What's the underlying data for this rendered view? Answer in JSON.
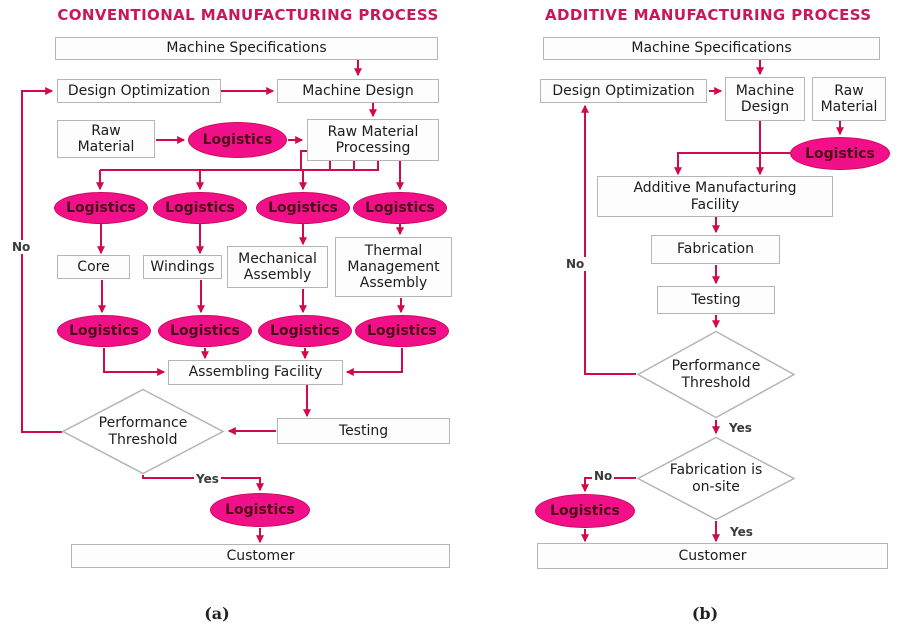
{
  "figure": {
    "panel_a": {
      "title": "CONVENTIONAL MANUFACTURING PROCESS",
      "caption": "(a)",
      "nodes": {
        "machine_specifications": "Machine Specifications",
        "design_optimization": "Design Optimization",
        "machine_design": "Machine Design",
        "raw_material": "Raw Material",
        "logistics": "Logistics",
        "raw_material_processing": "Raw Material Processing",
        "core": "Core",
        "windings": "Windings",
        "mechanical_assembly": "Mechanical Assembly",
        "thermal_management_assembly": "Thermal Management Assembly",
        "assembling_facility": "Assembling Facility",
        "testing": "Testing",
        "performance_threshold": "Performance Threshold",
        "customer": "Customer"
      },
      "edge_labels": {
        "no": "No",
        "yes": "Yes"
      }
    },
    "panel_b": {
      "title": "ADDITIVE MANUFACTURING PROCESS",
      "caption": "(b)",
      "nodes": {
        "machine_specifications": "Machine Specifications",
        "design_optimization": "Design Optimization",
        "machine_design": "Machine Design",
        "raw_material": "Raw Material",
        "logistics": "Logistics",
        "additive_manufacturing_facility": "Additive Manufacturing Facility",
        "fabrication": "Fabrication",
        "testing": "Testing",
        "performance_threshold": "Performance Threshold",
        "fabrication_is_on_site": "Fabrication is on-site",
        "customer": "Customer"
      },
      "edge_labels": {
        "performance_no": "No",
        "performance_yes": "Yes",
        "onsite_no": "No",
        "onsite_yes": "Yes"
      }
    },
    "colors": {
      "flow_line": "#d2094f",
      "ellipse_fill": "#f2108a",
      "ellipse_text": "#4d0d16",
      "title_text": "#c9175e",
      "box_border": "#b5b5b5",
      "box_text": "#1c1c1c"
    }
  }
}
